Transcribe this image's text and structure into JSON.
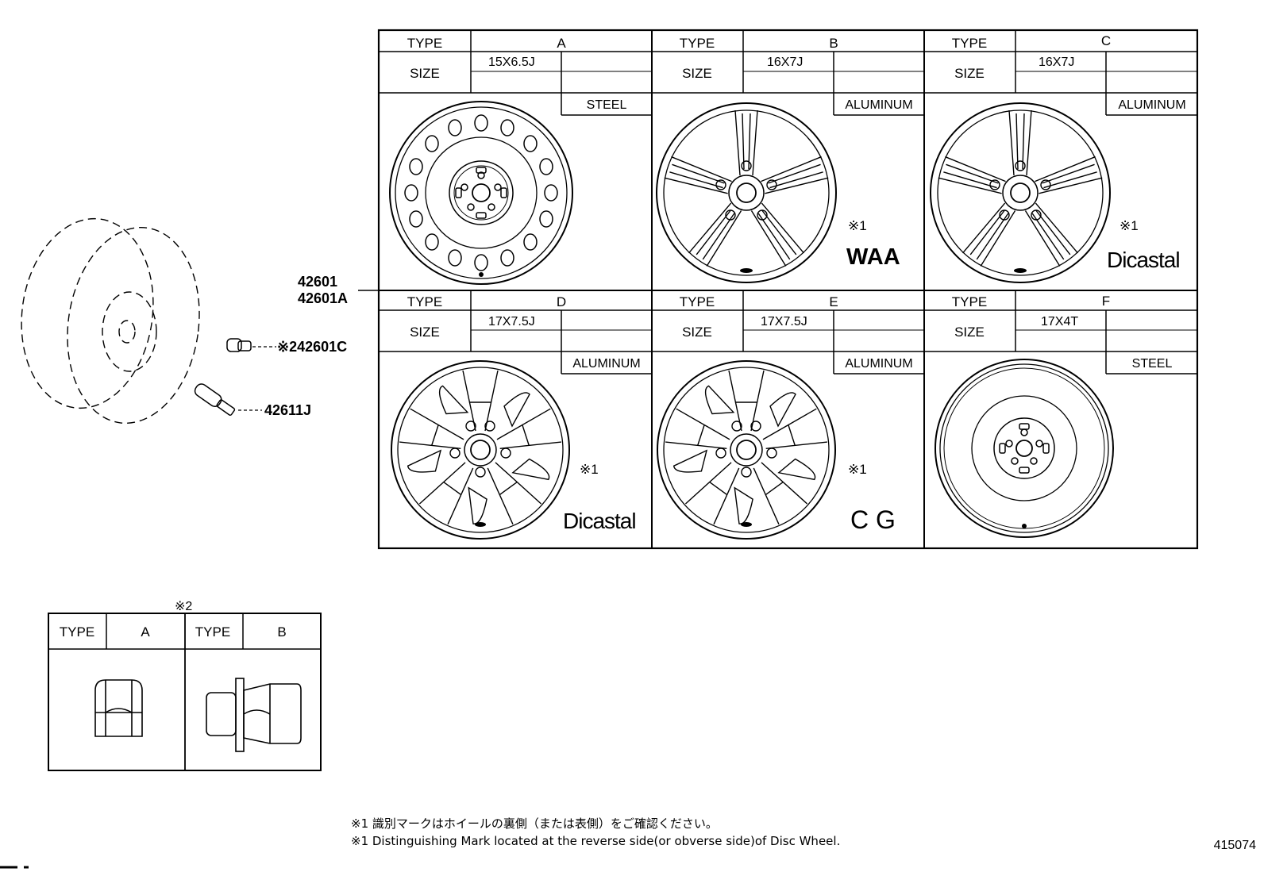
{
  "callouts": {
    "wheel_main": "42601",
    "wheel_alt": "42601A",
    "hub_nut": "※242601C",
    "valve": "42611J"
  },
  "wheel_table": {
    "type_label": "TYPE",
    "size_label": "SIZE",
    "wheels": [
      {
        "type": "A",
        "size": "15X6.5J",
        "material": "STEEL",
        "mark_note": "",
        "maker": ""
      },
      {
        "type": "B",
        "size": "16X7J",
        "material": "ALUMINUM",
        "mark_note": "※1",
        "maker": "WAA"
      },
      {
        "type": "C",
        "size": "16X7J",
        "material": "ALUMINUM",
        "mark_note": "※1",
        "maker": "Dicastal"
      },
      {
        "type": "D",
        "size": "17X7.5J",
        "material": "ALUMINUM",
        "mark_note": "※1",
        "maker": "Dicastal"
      },
      {
        "type": "E",
        "size": "17X7.5J",
        "material": "ALUMINUM",
        "mark_note": "※1",
        "maker": "C G"
      },
      {
        "type": "F",
        "size": "17X4T",
        "material": "STEEL",
        "mark_note": "",
        "maker": ""
      }
    ]
  },
  "nut_table": {
    "header_note": "※2",
    "type_label": "TYPE",
    "types": [
      "A",
      "B"
    ]
  },
  "footnotes": [
    "※1 識別マークはホイールの裏側（または表側）をご確認ください。",
    "※1 Distinguishing Mark located at the reverse side(or obverse side)of Disc Wheel."
  ],
  "diagram_number": "415074"
}
